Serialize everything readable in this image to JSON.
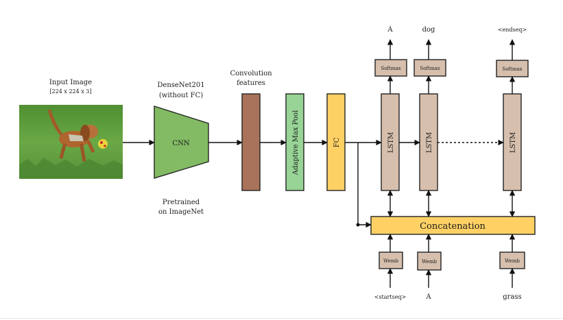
{
  "input": {
    "title": "Input Image",
    "size": "[224 x 224 x 3]"
  },
  "cnn": {
    "name": "DenseNet201",
    "note": "(without FC)",
    "label": "CNN",
    "pretrained_1": "Pretrained",
    "pretrained_2": "on ImageNet"
  },
  "conv": {
    "title_1": "Convolution",
    "title_2": "features"
  },
  "pool": {
    "label": "Adaptive Max Pool"
  },
  "fc": {
    "label": "FC"
  },
  "concat": {
    "label": "Concatenation"
  },
  "lstm": {
    "label": "LSTM"
  },
  "softmax": {
    "label": "Softmax"
  },
  "wemb": {
    "label": "Wemb"
  },
  "outputs": [
    "A",
    "dog",
    "<endseq>"
  ],
  "inputs": [
    "<startseq>",
    "A",
    "grass"
  ],
  "colors": {
    "cnn": "#82bb63",
    "conv": "#a8735a",
    "pool": "#97d495",
    "fc": "#ffd165",
    "concat": "#ffd165",
    "lstm": "#d6bfad",
    "grass": "#5c9a3a",
    "dog": "#b0642e"
  }
}
